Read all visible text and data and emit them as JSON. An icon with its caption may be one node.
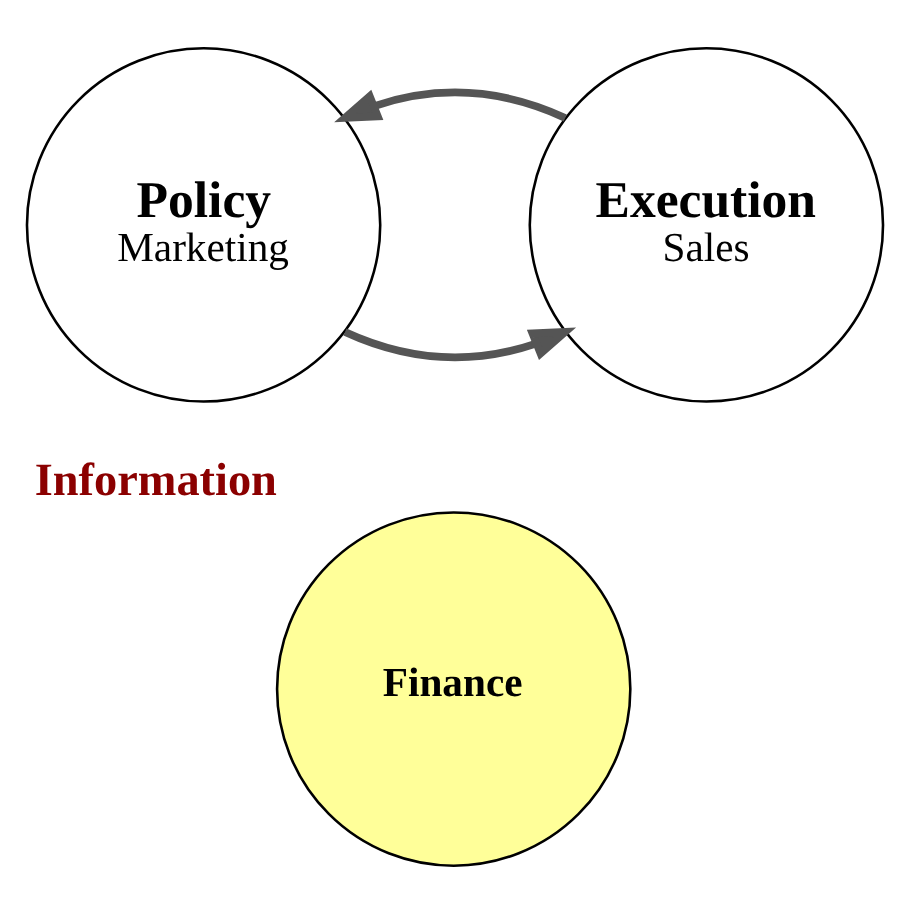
{
  "diagram": {
    "nodes": [
      {
        "text": [
          "Policy",
          "Marketing"
        ]
      },
      {
        "text": [
          "Execution",
          "Sales"
        ]
      },
      {
        "text": [
          "Finance"
        ],
        "beside": [
          "Information"
        ]
      }
    ],
    "edges": [
      {
        "from": 0,
        "to": 1,
        "arrow": "to"
      },
      {
        "from": 1,
        "to": 0,
        "arrow": "to"
      }
    ]
  }
}
